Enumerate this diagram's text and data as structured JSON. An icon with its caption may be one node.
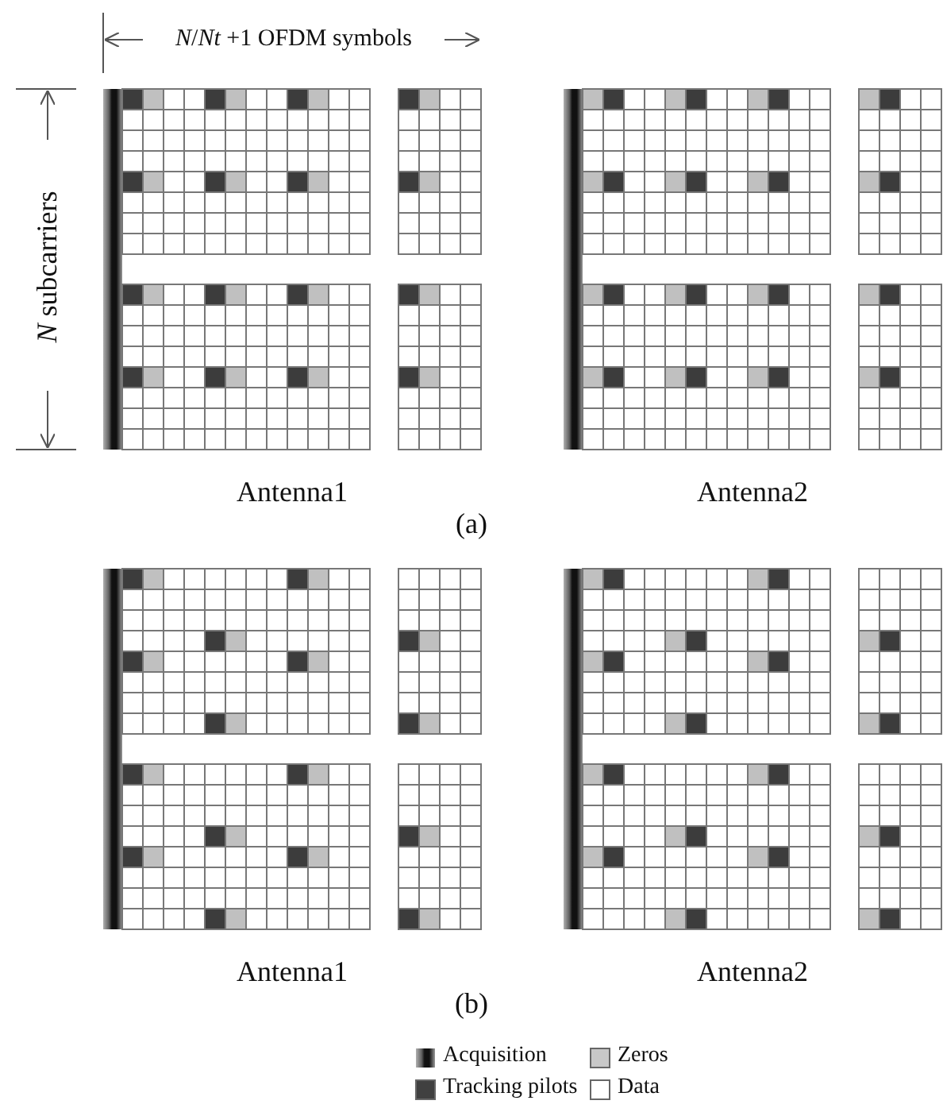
{
  "diagram": {
    "labels": [
      "*N*/*Nt* +1 OFDM symbols",
      "*N* subcarriers",
      "Antenna1",
      "Antenna2",
      "(a)",
      "Antenna1",
      "Antenna2",
      "(b)"
    ],
    "legend": [
      {
        "text": "Acquisition"
      },
      {
        "text": "Zeros",
        "color": "#c8c8c8"
      },
      {
        "text": "Tracking pilots",
        "color": "#404040"
      },
      {
        "text": "Data",
        "color": "#ffffff"
      }
    ]
  }
}
